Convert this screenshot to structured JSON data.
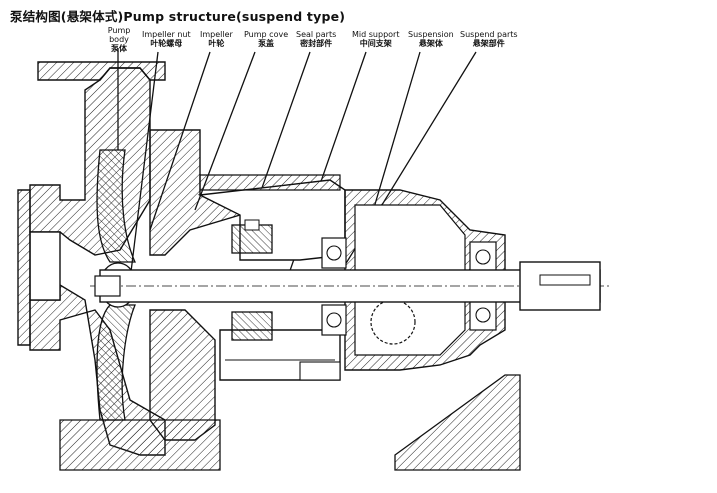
{
  "title": "泵结构图(悬架体式)Pump structure(suspend type)",
  "labels": [
    {
      "en": "Pump body",
      "zh": "泵体"
    },
    {
      "en": "Impeller nut",
      "zh": "叶轮螺母"
    },
    {
      "en": "Impeller",
      "zh": "叶轮"
    },
    {
      "en": "Pump cove",
      "zh": "泵盖"
    },
    {
      "en": "Seal parts",
      "zh": "密封部件"
    },
    {
      "en": "Mid support",
      "zh": "中间支架"
    },
    {
      "en": "Suspension",
      "zh": "悬架体"
    },
    {
      "en": "Suspend parts",
      "zh": "悬架部件"
    }
  ]
}
